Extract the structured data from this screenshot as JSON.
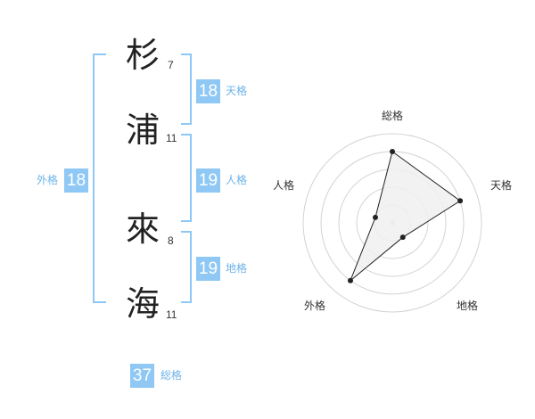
{
  "colors": {
    "accent": "#8fc8f5",
    "accent_text": "#6fb3e8",
    "grid": "#d3d3d3",
    "fill": "#f0f0f0",
    "line": "#222222"
  },
  "name": {
    "chars": [
      {
        "char": "杉",
        "strokes": "7"
      },
      {
        "char": "浦",
        "strokes": "11"
      },
      {
        "char": "來",
        "strokes": "8"
      },
      {
        "char": "海",
        "strokes": "11"
      }
    ]
  },
  "fortunes": {
    "tenkaku": {
      "value": "18",
      "label": "天格"
    },
    "jinkaku": {
      "value": "19",
      "label": "人格"
    },
    "chikaku": {
      "value": "19",
      "label": "地格"
    },
    "gaikaku": {
      "value": "18",
      "label": "外格"
    },
    "soukaku": {
      "value": "37",
      "label": "総格"
    }
  },
  "radar": {
    "axes": [
      "総格",
      "天格",
      "地格",
      "外格",
      "人格"
    ],
    "max": 5,
    "rings": 5,
    "values": [
      4,
      4,
      1,
      4,
      1
    ]
  }
}
